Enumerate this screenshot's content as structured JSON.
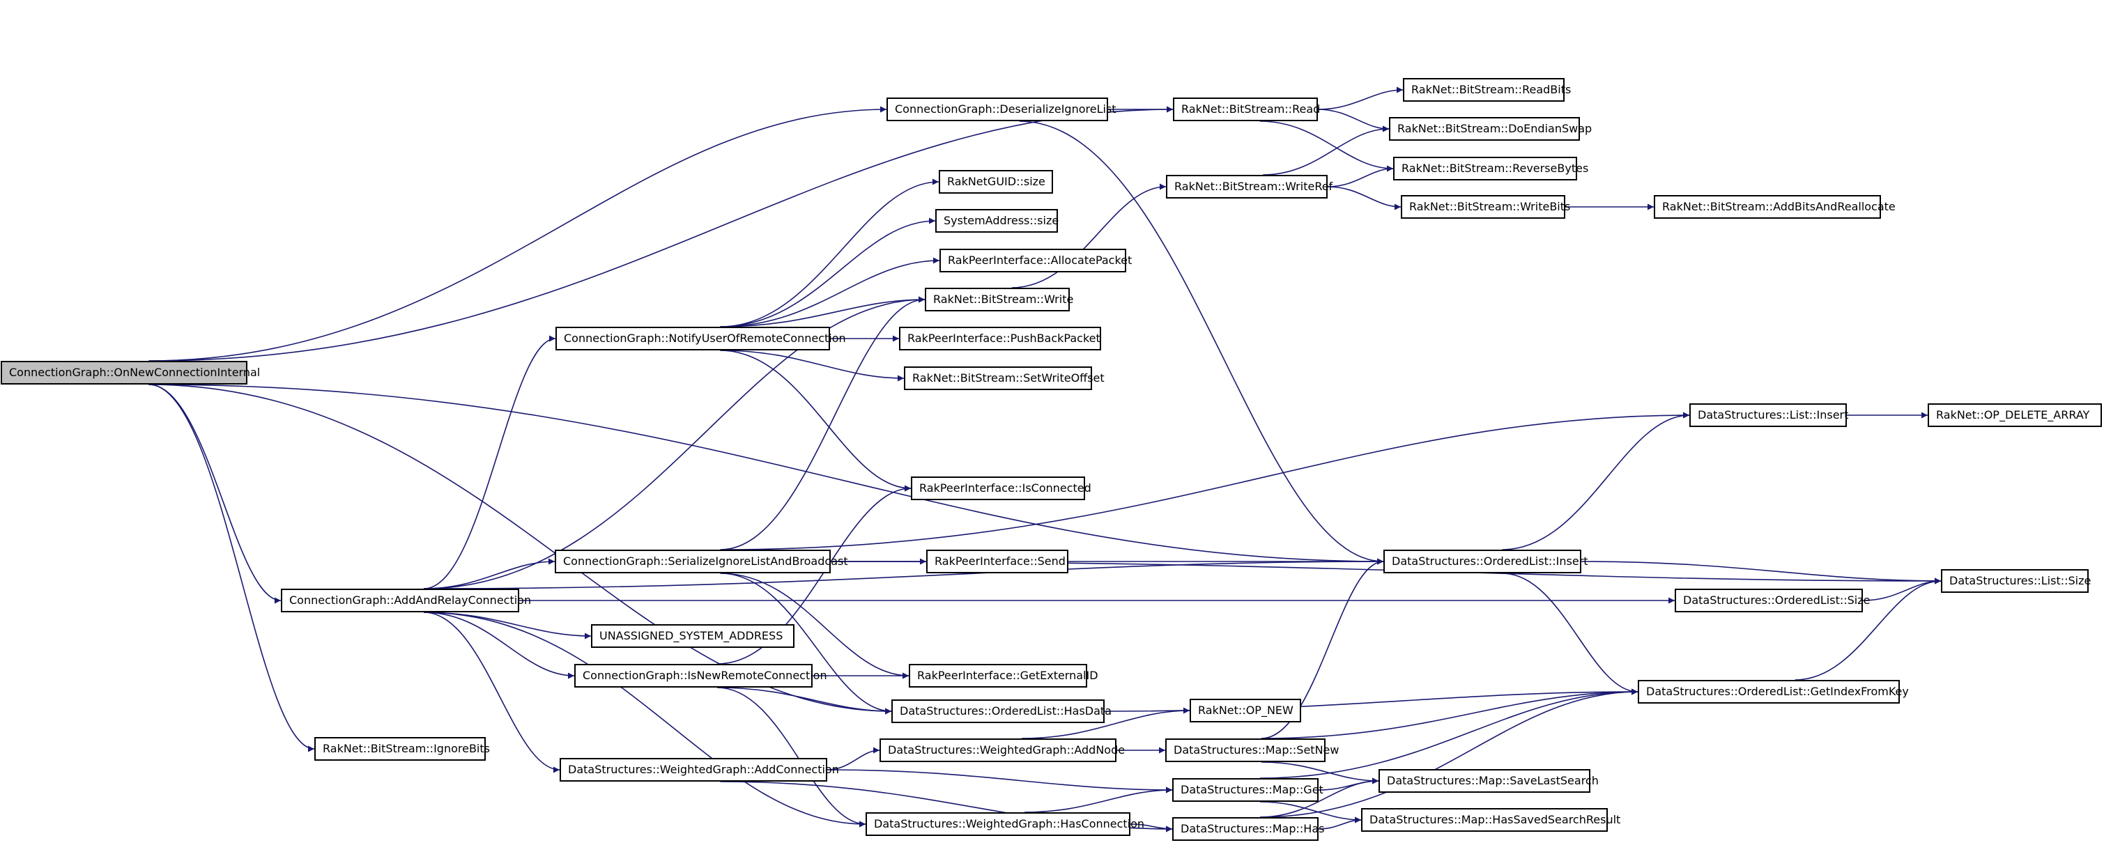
{
  "colors": {
    "edge": "#191970",
    "node_border": "#000000",
    "root_fill": "#bfbfbf",
    "node_fill": "#ffffff"
  },
  "nodes": {
    "onNewConnectionInternal": "ConnectionGraph::OnNewConnectionInternal",
    "deserializeIgnoreList": "ConnectionGraph::DeserializeIgnoreList",
    "bitStreamRead": "RakNet::BitStream::Read",
    "readBits": "RakNet::BitStream::ReadBits",
    "doEndianSwap": "RakNet::BitStream::DoEndianSwap",
    "reverseBytes": "RakNet::BitStream::ReverseBytes",
    "writeRef": "RakNet::BitStream::WriteRef",
    "writeBits": "RakNet::BitStream::WriteBits",
    "addBitsAndReallocate": "RakNet::BitStream::AddBitsAndReallocate",
    "guidSize": "RakNetGUID::size",
    "systemAddressSize": "SystemAddress::size",
    "allocatePacket": "RakPeerInterface::AllocatePacket",
    "bitStreamWrite": "RakNet::BitStream::Write",
    "notifyUser": "ConnectionGraph::NotifyUserOfRemoteConnection",
    "pushBackPacket": "RakPeerInterface::PushBackPacket",
    "setWriteOffset": "RakNet::BitStream::SetWriteOffset",
    "listInsert": "DataStructures::List::Insert",
    "opDeleteArray": "RakNet::OP_DELETE_ARRAY",
    "isConnected": "RakPeerInterface::IsConnected",
    "serializeIgnore": "ConnectionGraph::SerializeIgnoreListAndBroadcast",
    "send": "RakPeerInterface::Send",
    "orderedListInsert": "DataStructures::OrderedList::Insert",
    "listSize": "DataStructures::List::Size",
    "addAndRelay": "ConnectionGraph::AddAndRelayConnection",
    "orderedListSize": "DataStructures::OrderedList::Size",
    "unassigned": "UNASSIGNED_SYSTEM_ADDRESS",
    "isNewRemote": "ConnectionGraph::IsNewRemoteConnection",
    "getExternalId": "RakPeerInterface::GetExternalID",
    "hasData": "DataStructures::OrderedList::HasData",
    "getIndexFromKey": "DataStructures::OrderedList::GetIndexFromKey",
    "ignoreBits": "RakNet::BitStream::IgnoreBits",
    "opNew": "RakNet::OP_NEW",
    "addNode": "DataStructures::WeightedGraph::AddNode",
    "mapSetNew": "DataStructures::Map::SetNew",
    "addConnection": "DataStructures::WeightedGraph::AddConnection",
    "mapGet": "DataStructures::Map::Get",
    "saveLastSearch": "DataStructures::Map::SaveLastSearch",
    "hasConnection": "DataStructures::WeightedGraph::HasConnection",
    "mapHas": "DataStructures::Map::Has",
    "hasSavedSearch": "DataStructures::Map::HasSavedSearchResult"
  },
  "edges": [
    [
      "onNewConnectionInternal",
      "bitStreamRead"
    ],
    [
      "onNewConnectionInternal",
      "deserializeIgnoreList"
    ],
    [
      "onNewConnectionInternal",
      "orderedListInsert"
    ],
    [
      "onNewConnectionInternal",
      "addAndRelay"
    ],
    [
      "onNewConnectionInternal",
      "hasData"
    ],
    [
      "onNewConnectionInternal",
      "ignoreBits"
    ],
    [
      "deserializeIgnoreList",
      "bitStreamRead"
    ],
    [
      "deserializeIgnoreList",
      "orderedListInsert"
    ],
    [
      "bitStreamRead",
      "readBits"
    ],
    [
      "bitStreamRead",
      "doEndianSwap"
    ],
    [
      "bitStreamRead",
      "reverseBytes"
    ],
    [
      "writeRef",
      "doEndianSwap"
    ],
    [
      "writeRef",
      "reverseBytes"
    ],
    [
      "writeRef",
      "writeBits"
    ],
    [
      "writeBits",
      "addBitsAndReallocate"
    ],
    [
      "bitStreamWrite",
      "writeRef"
    ],
    [
      "notifyUser",
      "guidSize"
    ],
    [
      "notifyUser",
      "systemAddressSize"
    ],
    [
      "notifyUser",
      "allocatePacket"
    ],
    [
      "notifyUser",
      "bitStreamWrite"
    ],
    [
      "notifyUser",
      "pushBackPacket"
    ],
    [
      "notifyUser",
      "setWriteOffset"
    ],
    [
      "notifyUser",
      "isConnected"
    ],
    [
      "serializeIgnore",
      "bitStreamWrite"
    ],
    [
      "serializeIgnore",
      "listInsert"
    ],
    [
      "serializeIgnore",
      "listSize"
    ],
    [
      "serializeIgnore",
      "orderedListInsert"
    ],
    [
      "serializeIgnore",
      "send"
    ],
    [
      "serializeIgnore",
      "getExternalId"
    ],
    [
      "serializeIgnore",
      "hasData"
    ],
    [
      "addAndRelay",
      "bitStreamWrite"
    ],
    [
      "addAndRelay",
      "notifyUser"
    ],
    [
      "addAndRelay",
      "serializeIgnore"
    ],
    [
      "addAndRelay",
      "orderedListInsert"
    ],
    [
      "addAndRelay",
      "orderedListSize"
    ],
    [
      "addAndRelay",
      "unassigned"
    ],
    [
      "addAndRelay",
      "isNewRemote"
    ],
    [
      "addAndRelay",
      "addConnection"
    ],
    [
      "addAndRelay",
      "hasConnection"
    ],
    [
      "isNewRemote",
      "isConnected"
    ],
    [
      "isNewRemote",
      "getExternalId"
    ],
    [
      "isNewRemote",
      "hasData"
    ],
    [
      "isNewRemote",
      "hasConnection"
    ],
    [
      "listInsert",
      "opDeleteArray"
    ],
    [
      "orderedListInsert",
      "listInsert"
    ],
    [
      "orderedListInsert",
      "listSize"
    ],
    [
      "orderedListInsert",
      "getIndexFromKey"
    ],
    [
      "orderedListSize",
      "listSize"
    ],
    [
      "getIndexFromKey",
      "listSize"
    ],
    [
      "hasData",
      "getIndexFromKey"
    ],
    [
      "addNode",
      "opNew"
    ],
    [
      "addNode",
      "mapSetNew"
    ],
    [
      "mapSetNew",
      "orderedListInsert"
    ],
    [
      "mapSetNew",
      "getIndexFromKey"
    ],
    [
      "mapSetNew",
      "saveLastSearch"
    ],
    [
      "addConnection",
      "addNode"
    ],
    [
      "addConnection",
      "mapGet"
    ],
    [
      "addConnection",
      "mapHas"
    ],
    [
      "mapGet",
      "getIndexFromKey"
    ],
    [
      "mapGet",
      "saveLastSearch"
    ],
    [
      "mapGet",
      "hasSavedSearch"
    ],
    [
      "hasConnection",
      "mapGet"
    ],
    [
      "hasConnection",
      "mapHas"
    ],
    [
      "mapHas",
      "saveLastSearch"
    ],
    [
      "mapHas",
      "hasSavedSearch"
    ],
    [
      "mapHas",
      "getIndexFromKey"
    ]
  ]
}
